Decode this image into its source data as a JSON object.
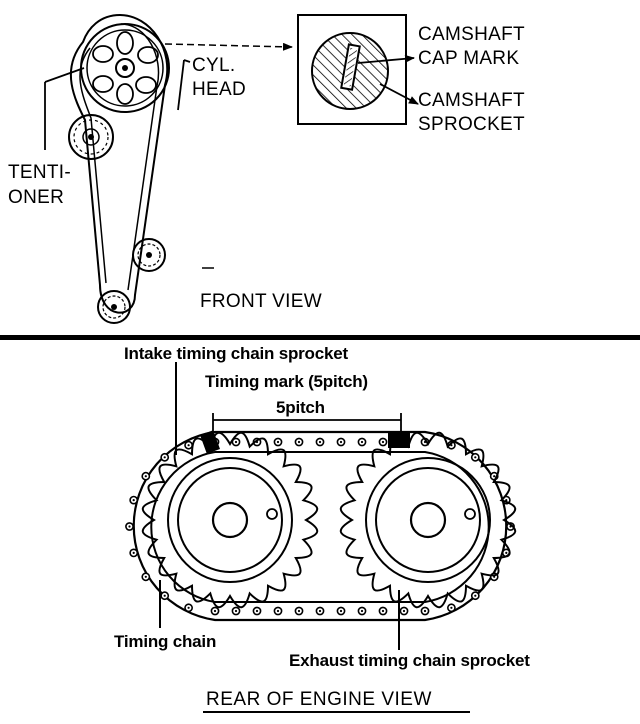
{
  "figure": {
    "front_view": {
      "cyl_head": [
        "CYL.",
        "HEAD"
      ],
      "tensioner": [
        "TENTI-",
        "ONER"
      ],
      "camshaft_cap_mark": [
        "CAMSHAFT",
        "CAP MARK"
      ],
      "camshaft_sprocket": [
        "CAMSHAFT",
        "SPROCKET"
      ],
      "caption": "FRONT VIEW"
    },
    "rear_view": {
      "intake_sprocket": "Intake timing chain sprocket",
      "timing_mark": "Timing mark (5pitch)",
      "pitch": "5pitch",
      "timing_chain": "Timing chain",
      "exhaust_sprocket": "Exhaust timing chain sprocket",
      "caption": "REAR OF ENGINE VIEW"
    }
  }
}
